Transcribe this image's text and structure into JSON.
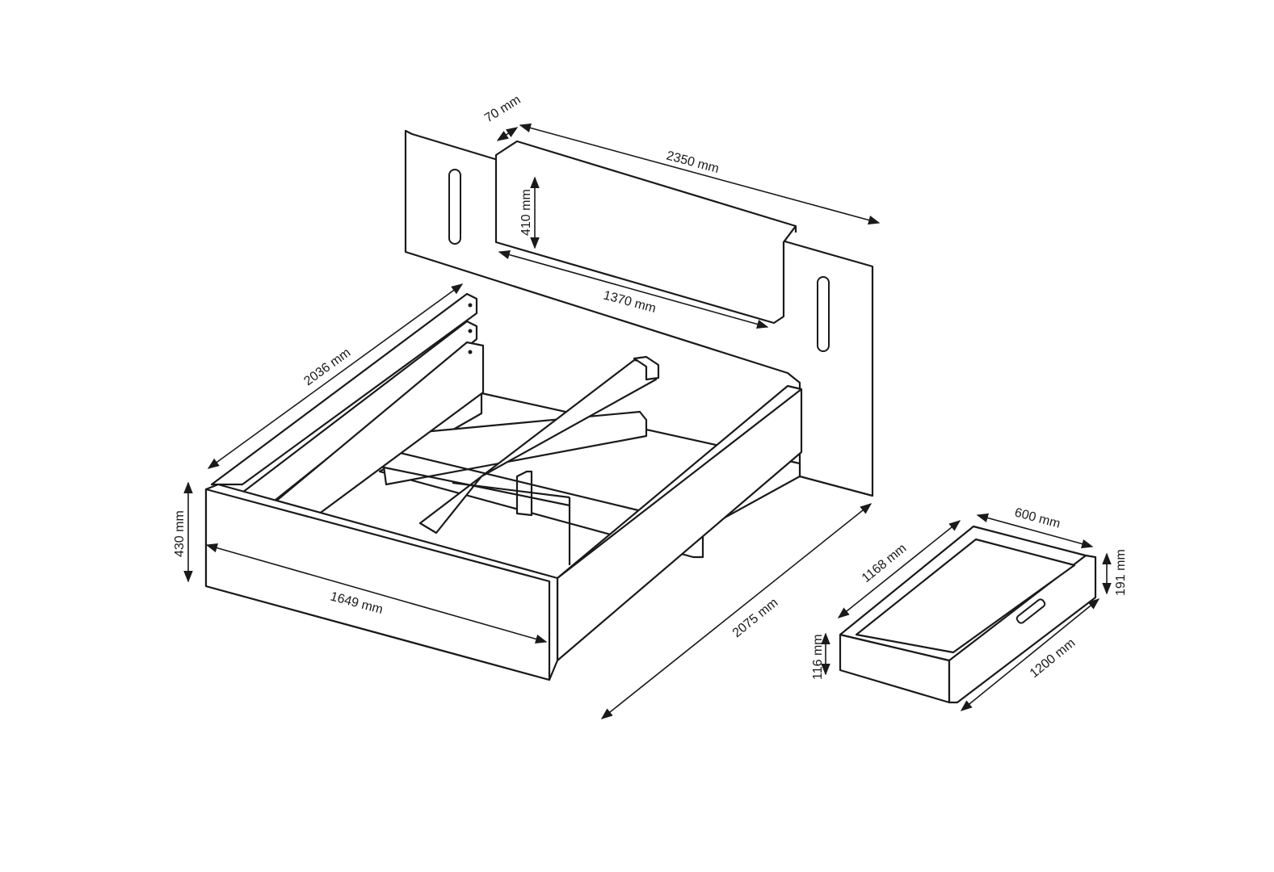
{
  "dimensions": {
    "headboard_thickness": "70 mm",
    "headboard_width": "2350 mm",
    "cushion_height": "410 mm",
    "cushion_width": "1370 mm",
    "side_rail_length": "2036 mm",
    "bed_height": "430 mm",
    "bed_width": "1649 mm",
    "bed_length": "2075 mm",
    "drawer_depth": "1168 mm",
    "drawer_width": "600 mm",
    "drawer_back_height": "191 mm",
    "drawer_front_height": "116 mm",
    "drawer_length": "1200 mm"
  }
}
